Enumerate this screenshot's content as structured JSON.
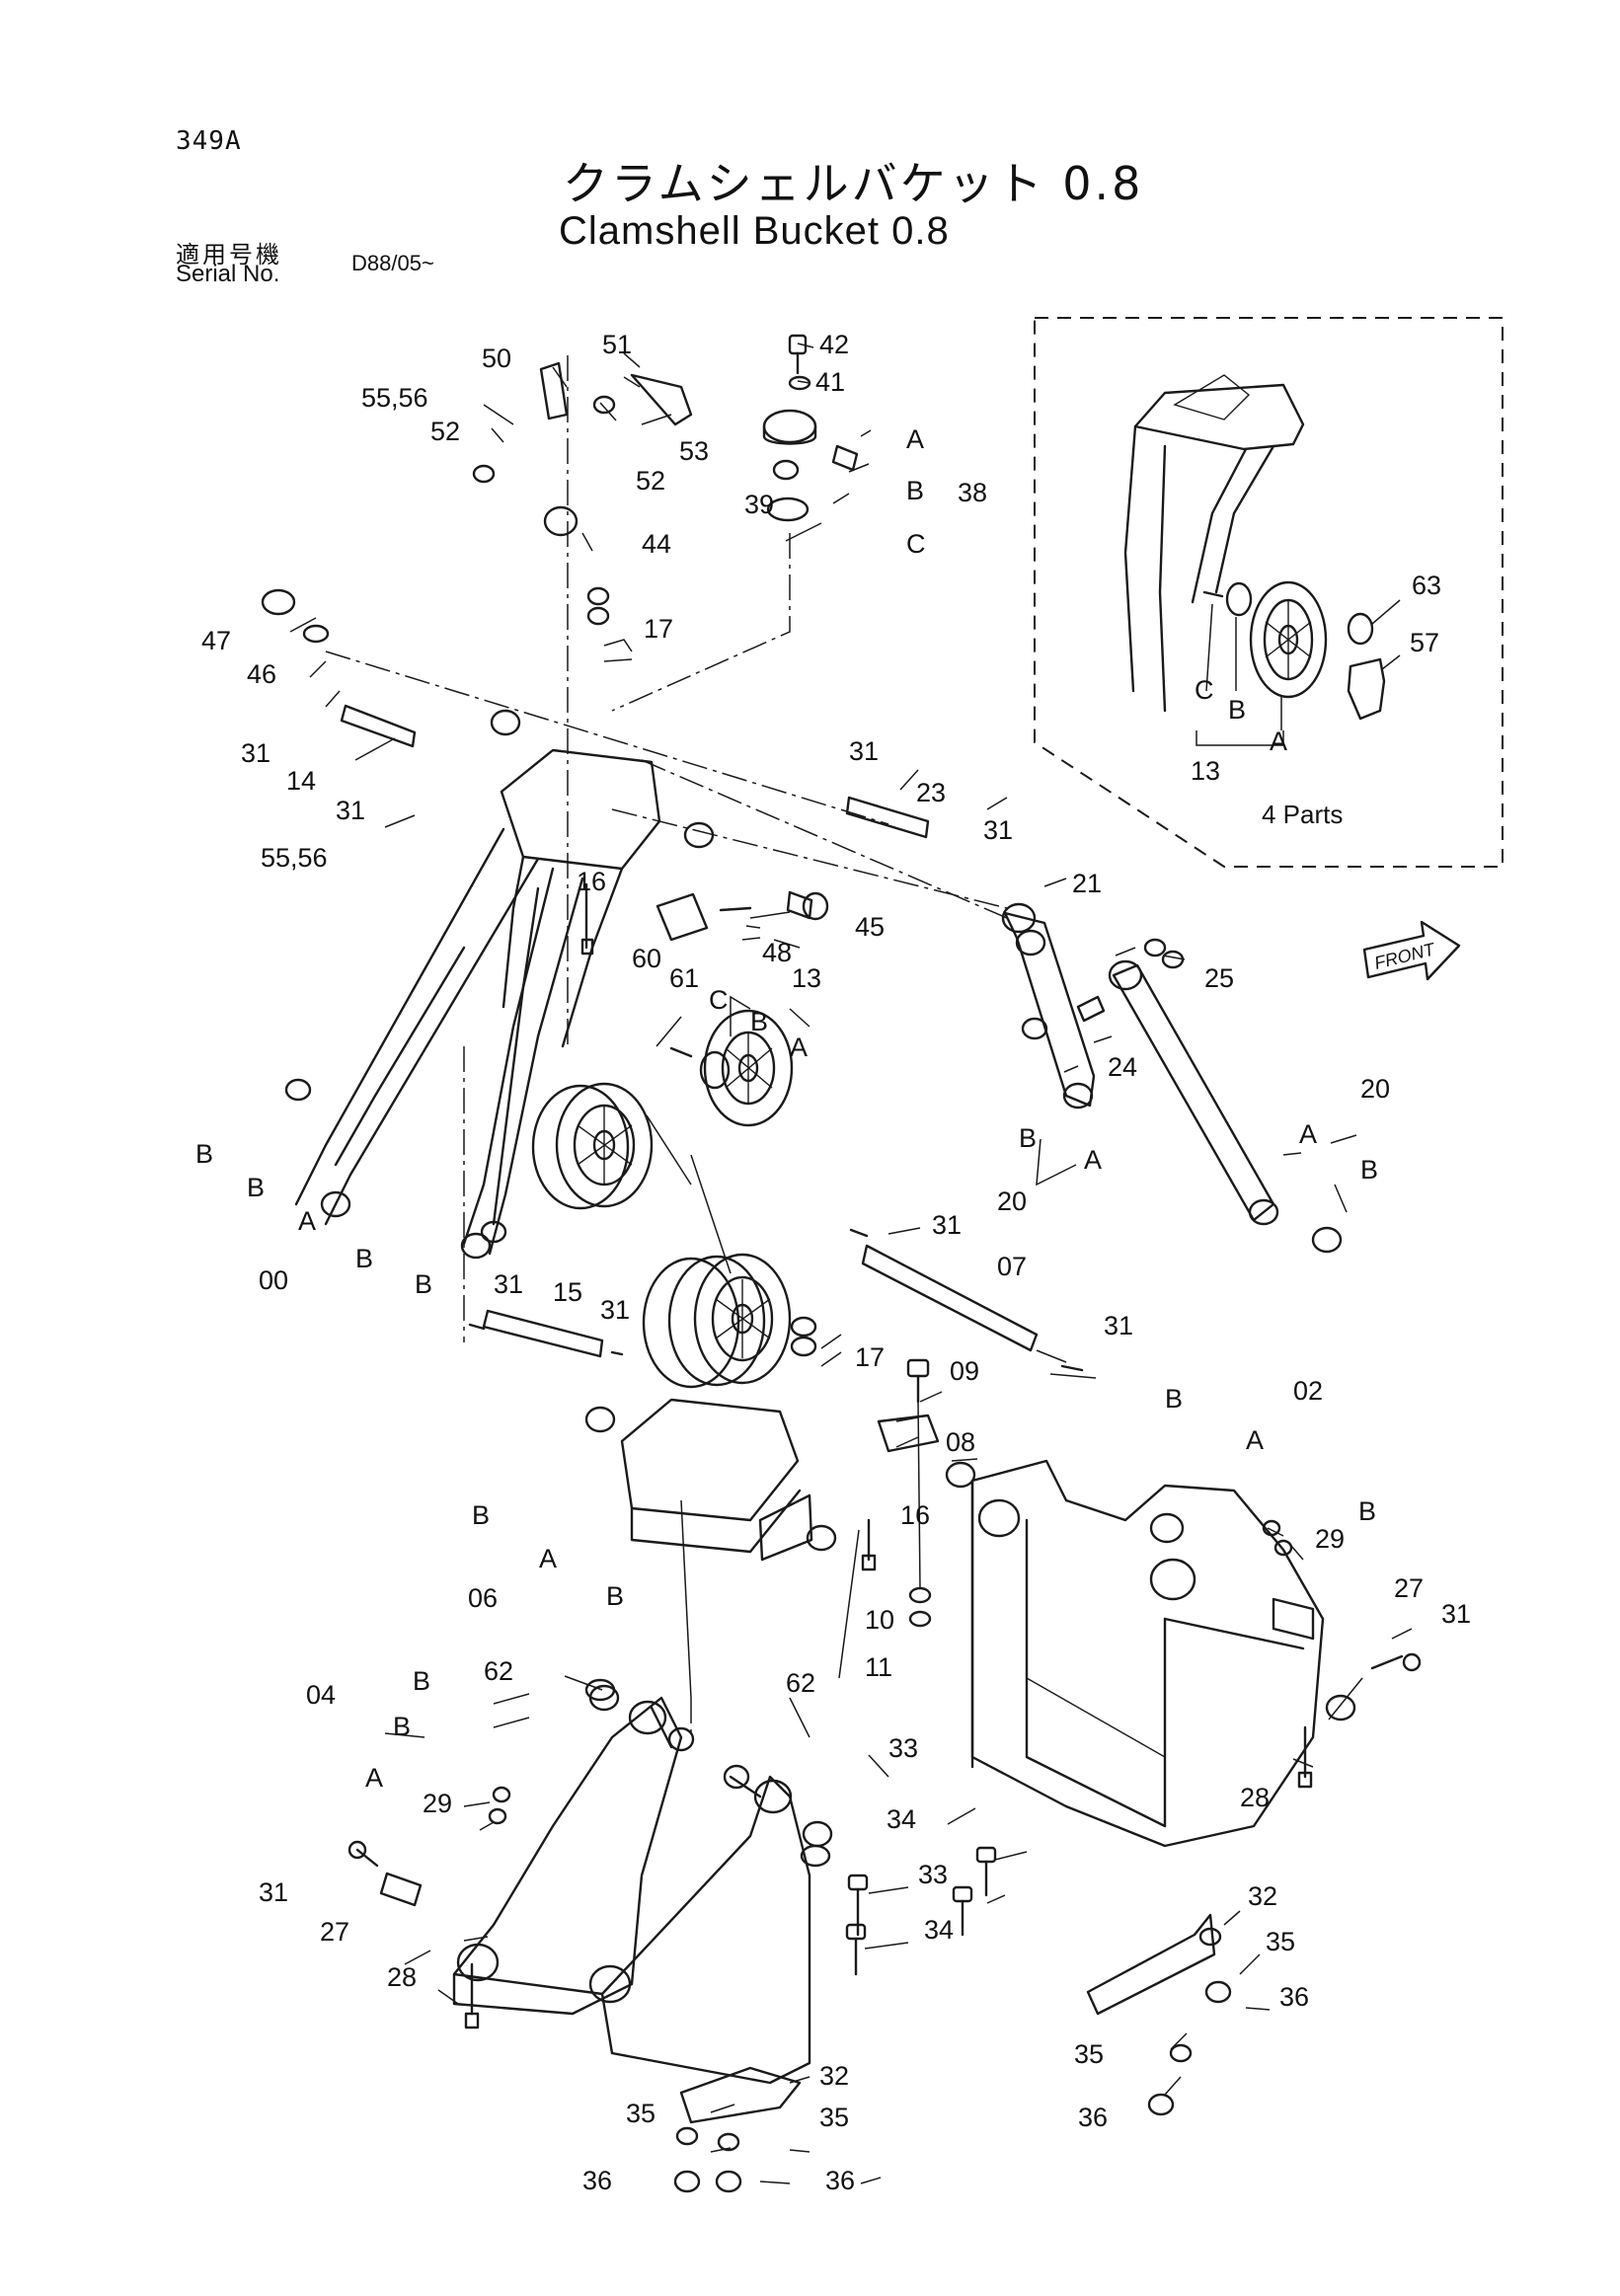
{
  "header": {
    "page_code": "349A",
    "title_jp": "クラムシェルバケット 0.8",
    "title_en": "Clamshell Bucket 0.8",
    "serial_label_jp": "適用号機",
    "serial_label_en": "Serial No.",
    "serial_value": "D88/05~"
  },
  "inset": {
    "caption": "4 Parts"
  },
  "front_arrow": {
    "label": "FRONT"
  },
  "callouts": [
    "50",
    "51",
    "42",
    "41",
    "55,56",
    "52",
    "52",
    "53",
    "A",
    "B",
    "38",
    "39",
    "C",
    "44",
    "17",
    "47",
    "46",
    "31",
    "14",
    "31",
    "55,56",
    "16",
    "60",
    "61",
    "48",
    "45",
    "13",
    "C",
    "B",
    "A",
    "31",
    "23",
    "31",
    "21",
    "25",
    "24",
    "20",
    "A",
    "B",
    "B",
    "A",
    "20",
    "B",
    "B",
    "A",
    "00",
    "B",
    "B",
    "63",
    "57",
    "C",
    "B",
    "A",
    "13",
    "31",
    "07",
    "31",
    "31",
    "15",
    "31",
    "17",
    "09",
    "08",
    "B",
    "02",
    "A",
    "B",
    "29",
    "27",
    "31",
    "16",
    "10",
    "11",
    "B",
    "A",
    "06",
    "B",
    "62",
    "04",
    "B",
    "B",
    "A",
    "29",
    "62",
    "33",
    "34",
    "28",
    "31",
    "27",
    "28",
    "33",
    "34",
    "32",
    "35",
    "36",
    "35",
    "36",
    "32",
    "35",
    "35",
    "36",
    "36"
  ]
}
